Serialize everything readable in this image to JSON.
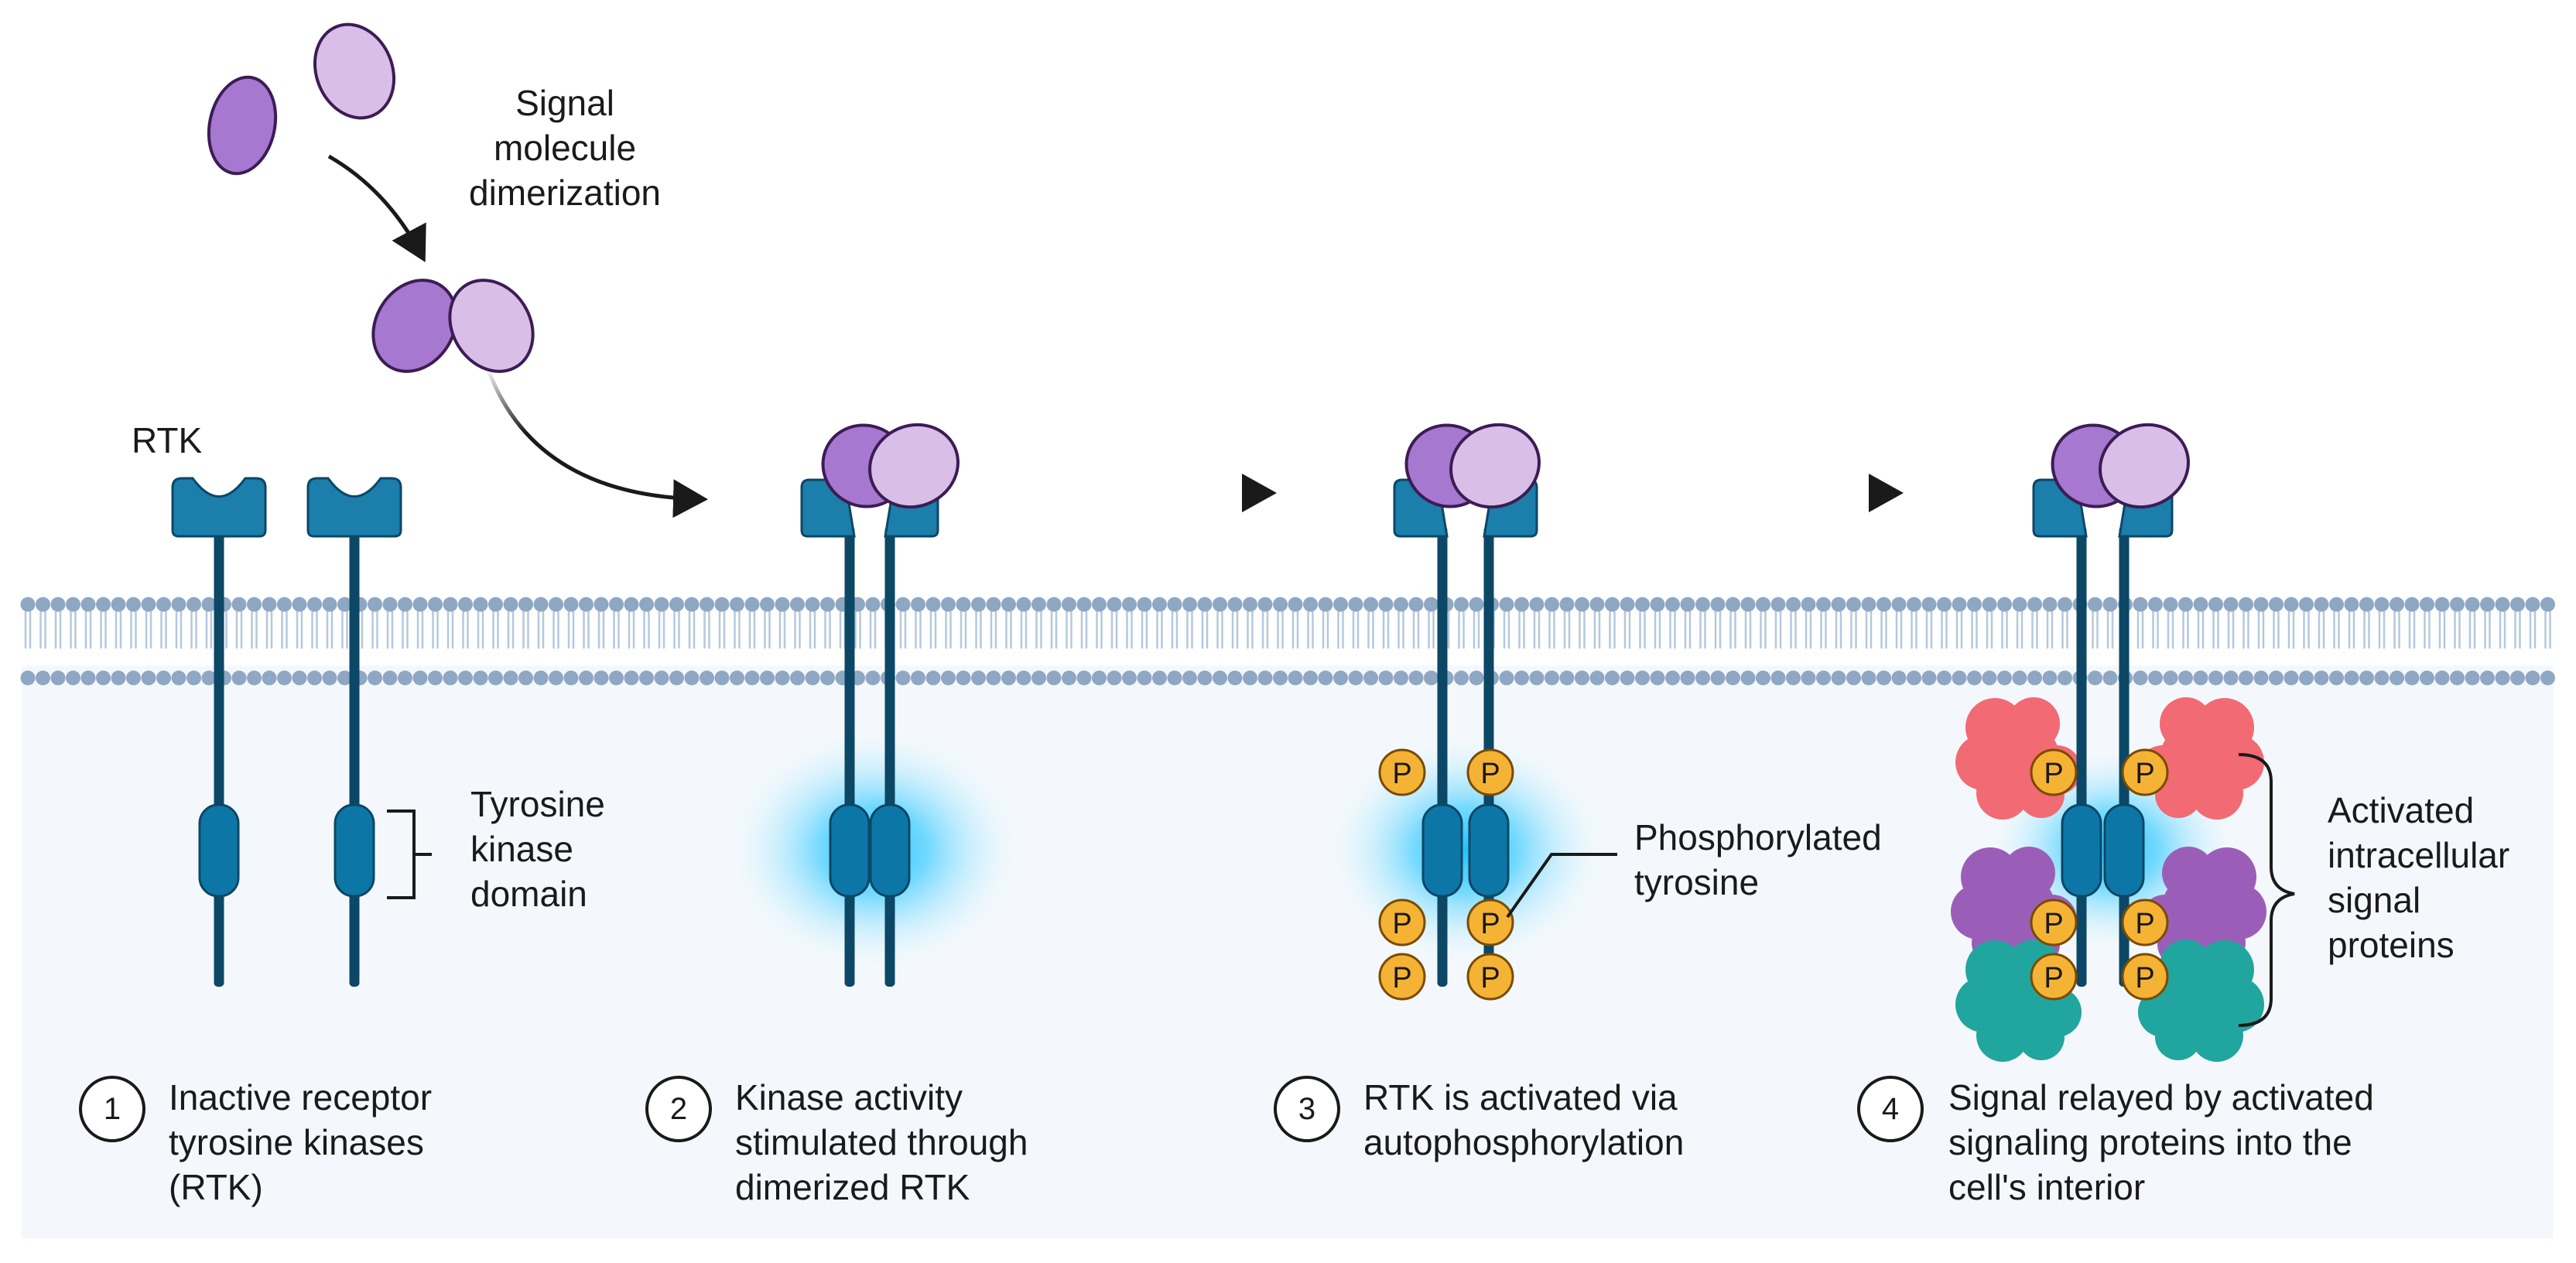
{
  "colors": {
    "cytoplasm": "#f4f8fc",
    "membrane_head": "#8ea7c2",
    "membrane_tail": "#b6c8db",
    "receptor_dark": "#0c4766",
    "receptor_cap": "#1b7eab",
    "kinase": "#0c77a6",
    "ligand_dark": "#a678cf",
    "ligand_light": "#d9bfe8",
    "ligand_stroke": "#3c1c55",
    "glow": "#1ec3ff",
    "phosphate_fill": "#f5b335",
    "phosphate_stroke": "#7a4b00",
    "protein_red": "#f26a73",
    "protein_purple": "#9b5eb8",
    "protein_teal": "#21a59f",
    "text": "#1a1a1a"
  },
  "labels": {
    "signal_molecule_lines": [
      "Signal",
      "molecule",
      "dimerization"
    ],
    "rtk": "RTK",
    "tyrosine_kinase_lines": [
      "Tyrosine",
      "kinase",
      "domain"
    ],
    "phosphorylated_lines": [
      "Phosphorylated",
      "tyrosine"
    ],
    "activated_lines": [
      "Activated",
      "intracellular",
      "signal",
      "proteins"
    ],
    "phosphate": "P"
  },
  "steps": [
    {
      "number": "1",
      "lines": [
        "Inactive receptor",
        "tyrosine kinases",
        "(RTK)"
      ]
    },
    {
      "number": "2",
      "lines": [
        "Kinase activity",
        "stimulated through",
        "dimerized RTK"
      ]
    },
    {
      "number": "3",
      "lines": [
        "RTK is activated via",
        "autophosphorylation"
      ]
    },
    {
      "number": "4",
      "lines": [
        "Signal relayed by activated",
        "signaling proteins into the",
        "cell's interior"
      ]
    }
  ]
}
